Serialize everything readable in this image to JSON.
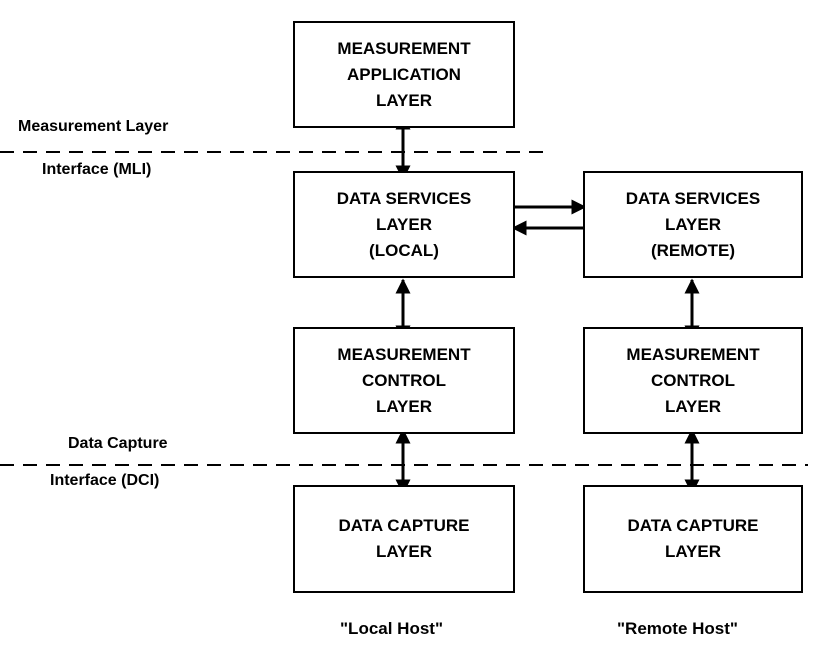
{
  "boxes": {
    "measurement_application": "MEASUREMENT\nAPPLICATION\nLAYER",
    "data_services_local": "DATA SERVICES\nLAYER\n(LOCAL)",
    "data_services_remote": "DATA SERVICES\nLAYER\n(REMOTE)",
    "measurement_control_local": "MEASUREMENT\nCONTROL\nLAYER",
    "measurement_control_remote": "MEASUREMENT\nCONTROL\nLAYER",
    "data_capture_local": "DATA CAPTURE\nLAYER",
    "data_capture_remote": "DATA CAPTURE\nLAYER"
  },
  "interfaces": {
    "mli_line1": "Measurement Layer",
    "mli_line2": "Interface (MLI)",
    "dci_line1": "Data Capture",
    "dci_line2": "Interface (DCI)"
  },
  "hosts": {
    "local": "\"Local Host\"",
    "remote": "\"Remote Host\""
  }
}
